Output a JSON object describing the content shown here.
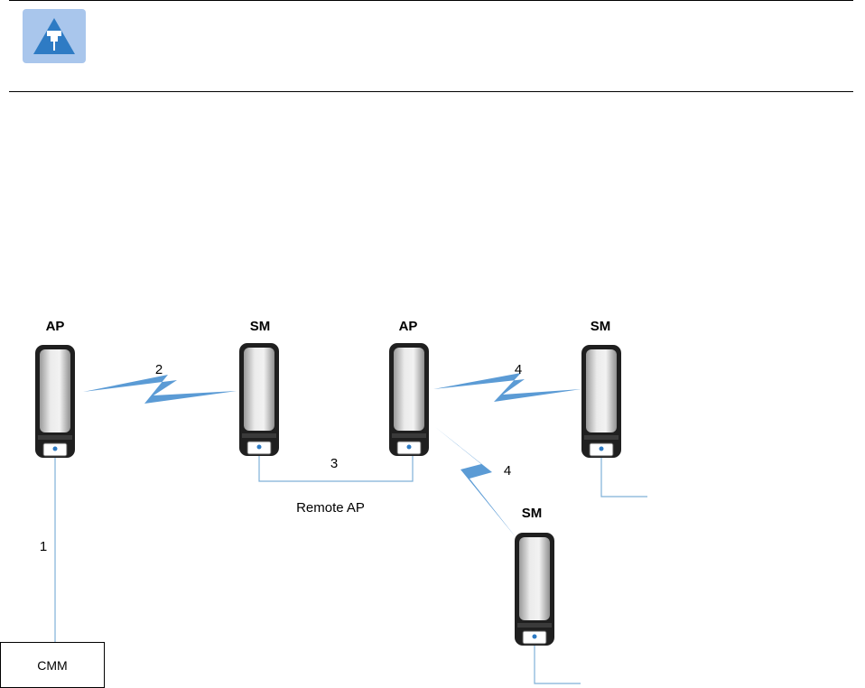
{
  "note": {
    "icon": "pushpin-icon"
  },
  "devices": [
    {
      "id": "ap1",
      "label": "AP"
    },
    {
      "id": "sm1",
      "label": "SM"
    },
    {
      "id": "ap2",
      "label": "AP"
    },
    {
      "id": "sm2",
      "label": "SM"
    },
    {
      "id": "sm3",
      "label": "SM"
    }
  ],
  "links": {
    "wired_1": "1",
    "wireless_2": "2",
    "wired_3": "3",
    "wireless_4a": "4",
    "wireless_4b": "4"
  },
  "remote_ap_label": "Remote AP",
  "cmm_label": "CMM",
  "colors": {
    "wire": "#7fb0d8",
    "bolt": "#5b9bd5",
    "note_icon_bg": "#a9c6ec",
    "note_icon_fg": "#2e7bc4"
  }
}
